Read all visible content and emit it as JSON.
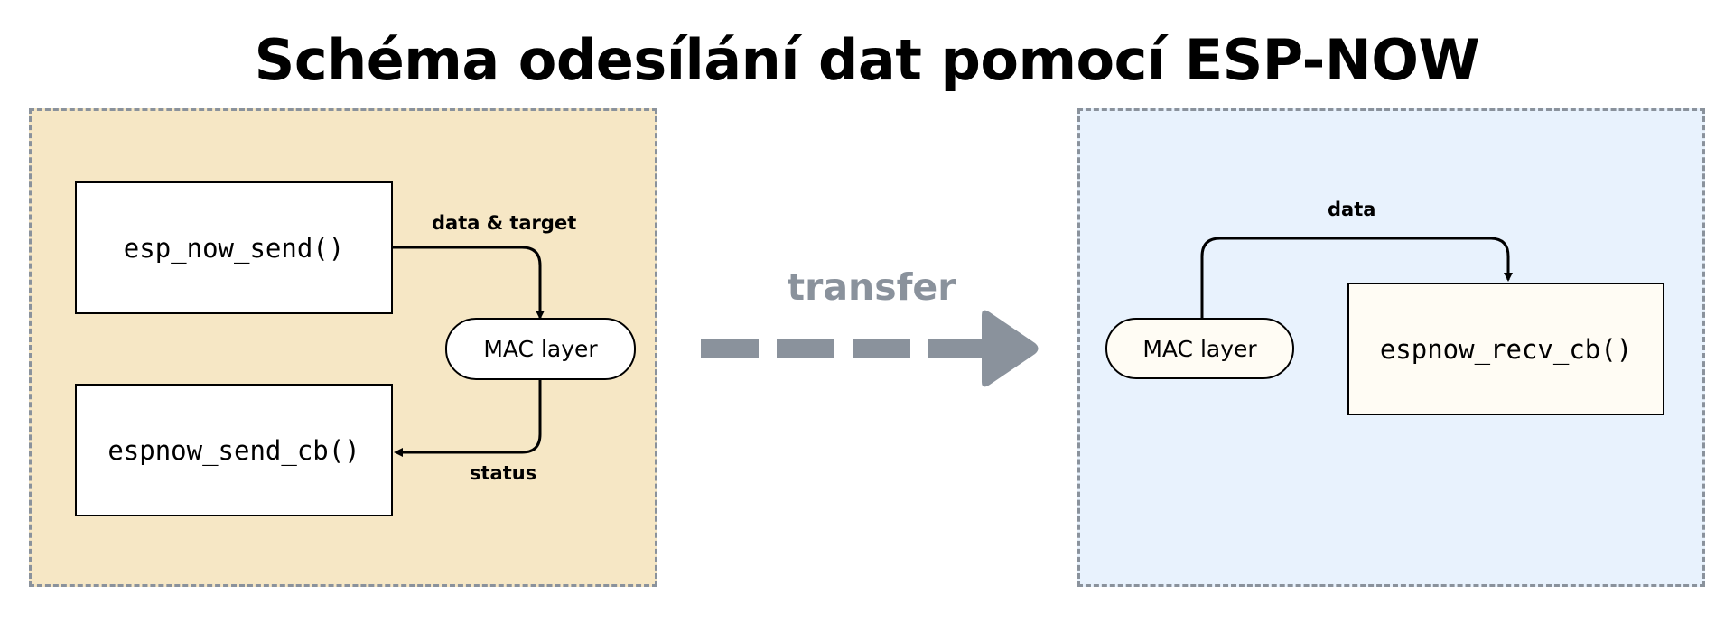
{
  "title": "Schéma odesílání dat pomocí ESP-NOW",
  "sender": {
    "send_fn": "esp_now_send()",
    "callback_fn": "espnow_send_cb()",
    "mac_label": "MAC layer",
    "send_edge_label": "data & target",
    "status_edge_label": "status",
    "background_color": "#f6e7c5"
  },
  "transfer": {
    "label": "transfer",
    "color": "#8a929c"
  },
  "receiver": {
    "mac_label": "MAC layer",
    "recv_fn": "espnow_recv_cb()",
    "data_edge_label": "data",
    "background_color": "#e8f2fd"
  }
}
